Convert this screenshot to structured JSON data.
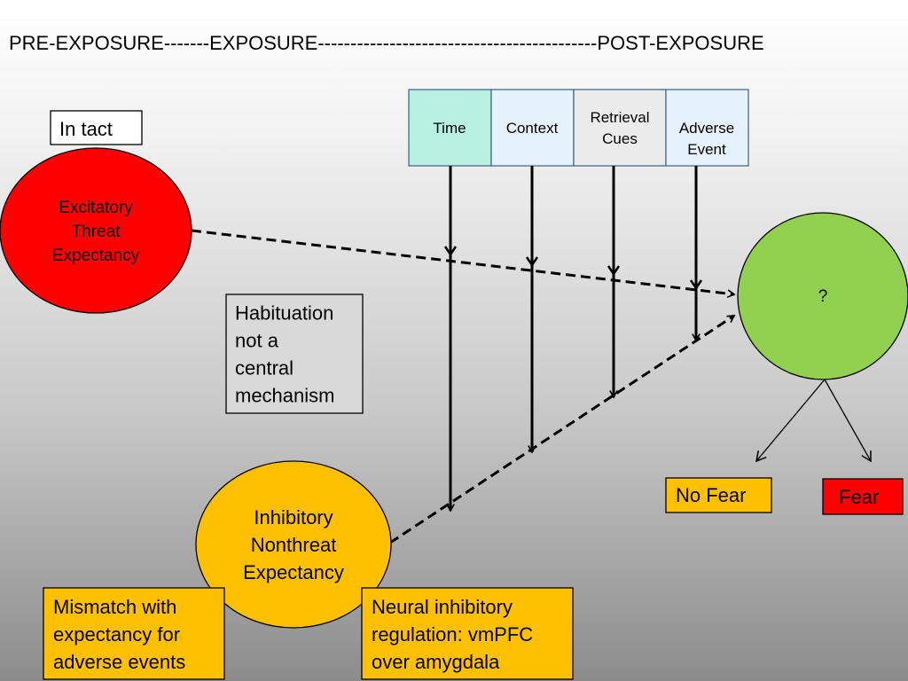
{
  "title": "PRE-EXPOSURE-------EXPOSURE-------------------------------------------POST-EXPOSURE",
  "in_tact": "In tact",
  "excitatory": [
    "Excitatory",
    "Threat",
    "Expectancy"
  ],
  "inhibitory": [
    "Inhibitory",
    "Nonthreat",
    "Expectancy"
  ],
  "habituation": [
    "Habituation",
    "not a",
    "central",
    "mechanism"
  ],
  "factors": {
    "time": [
      "Time"
    ],
    "context": [
      "Context"
    ],
    "retrieval": [
      "Retrieval",
      "Cues"
    ],
    "adverse": [
      "Adverse",
      "Event"
    ]
  },
  "outcome": "?",
  "no_fear": "No Fear",
  "fear": "Fear",
  "mismatch": [
    "Mismatch with",
    "expectancy for",
    "adverse events"
  ],
  "neural": [
    "Neural inhibitory",
    "regulation: vmPFC",
    "over amygdala"
  ],
  "colors": {
    "red": "#ff0000",
    "green": "#92d050",
    "orange": "#ffc000",
    "time_fill": "#b8f0e0",
    "context_fill": "#e6f2fc",
    "retrieval_fill": "#ececec",
    "adverse_fill": "#e6f2fc"
  }
}
